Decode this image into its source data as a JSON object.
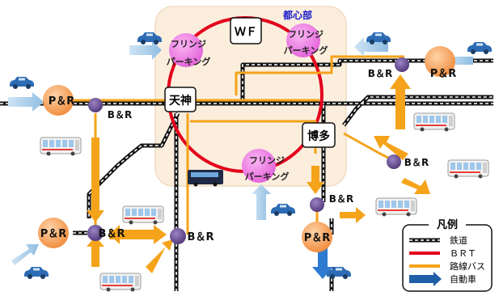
{
  "downtown": {
    "label": "都心部"
  },
  "stations": {
    "wf": "ＷＦ",
    "tenjin": "天神",
    "hakata": "博多"
  },
  "fringe_parking": {
    "line1": "フリンジ",
    "line2": "パーキング"
  },
  "nodes": {
    "bnr": "B＆R",
    "pnr": "P＆R"
  },
  "legend": {
    "title": "凡例",
    "items": [
      {
        "label": "鉄道",
        "kind": "rail"
      },
      {
        "label": "ＢＲＴ",
        "kind": "brt",
        "color": "#e3001b"
      },
      {
        "label": "路線バス",
        "kind": "bus",
        "color": "#f5a31a"
      },
      {
        "label": "自動車",
        "kind": "car",
        "color": "#1f5fa8"
      }
    ]
  },
  "colors": {
    "downtown_area": "#fbeedd",
    "brt_ring": "#e3001b",
    "bus_route": "#f5a31a",
    "pnr_circle": "#f4a460",
    "bnr_circle": "#6a4c93",
    "fringe_circle": "#ee7be6",
    "car_flow": "#9fc6e4",
    "downtown_label": "#1a1acc"
  }
}
